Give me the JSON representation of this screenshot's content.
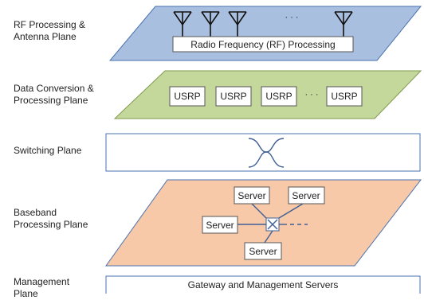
{
  "planes": [
    {
      "label": "RF Processing &\nAntenna Plane"
    },
    {
      "label": "Data Conversion &\nProcessing Plane"
    },
    {
      "label": "Switching Plane"
    },
    {
      "label": "Baseband\nProcessing Plane"
    },
    {
      "label": "Management\nPlane"
    }
  ],
  "rf": {
    "box_label": "Radio Frequency (RF) Processing",
    "ellipsis": "· · ·"
  },
  "data_conversion": {
    "units": [
      {
        "label": "USRP"
      },
      {
        "label": "USRP"
      },
      {
        "label": "USRP"
      },
      {
        "label": "USRP"
      }
    ],
    "ellipsis": "· · ·"
  },
  "baseband": {
    "servers": [
      {
        "label": "Server"
      },
      {
        "label": "Server"
      },
      {
        "label": "Server"
      },
      {
        "label": "Server"
      }
    ]
  },
  "management": {
    "box_label": "Gateway and Management Servers"
  },
  "colors": {
    "rf_fill": "#a9bfdf",
    "rf_stroke": "#4a72b0",
    "dc_fill": "#c5d89c",
    "dc_stroke": "#7f9a4c",
    "bb_fill": "#f7c9a9",
    "bb_stroke": "#4a72b0",
    "line_stroke": "#3f5f95"
  }
}
